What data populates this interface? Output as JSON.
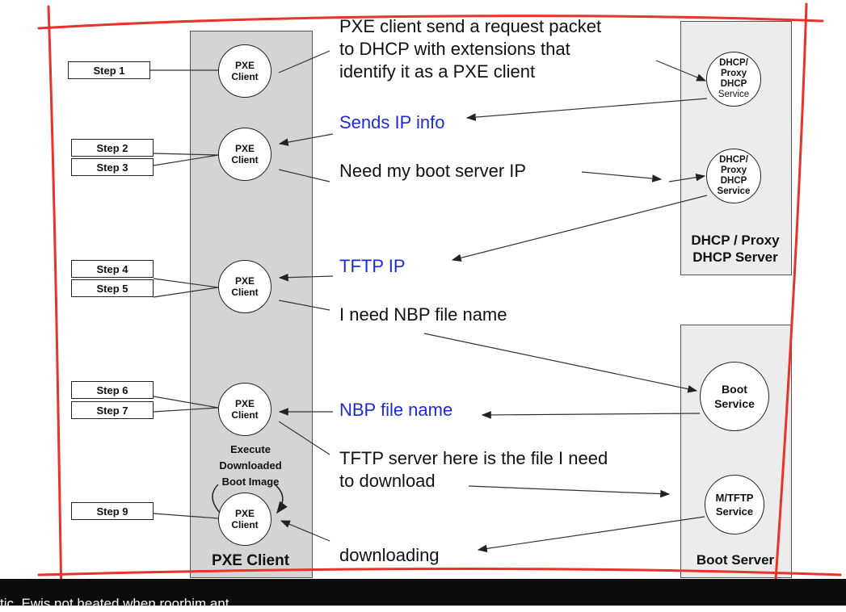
{
  "diagram": {
    "pxe_client_label": "PXE Client",
    "dhcp_server_label": [
      "DHCP / Proxy",
      "DHCP Server"
    ],
    "boot_server_label": "Boot Server",
    "pxe_node": [
      "PXE",
      "Client"
    ],
    "dhcp_service": [
      "DHCP/",
      "Proxy",
      "DHCP",
      "Service"
    ],
    "boot_service": [
      "Boot",
      "Service"
    ],
    "tftp_service": [
      "M/TFTP",
      "Service"
    ],
    "execute_label": [
      "Execute",
      "Downloaded",
      "Boot Image"
    ],
    "steps": [
      "Step 1",
      "Step 2",
      "Step 3",
      "Step 4",
      "Step 5",
      "Step 6",
      "Step 7",
      "Step 9"
    ],
    "messages": {
      "m1": [
        "PXE client send a request packet",
        "to DHCP with extensions that",
        "identify it as a PXE client"
      ],
      "m2": "Sends IP info",
      "m3": "Need my boot server IP",
      "m4": "TFTP IP",
      "m5": "I  need NBP file name",
      "m6": "NBP file name",
      "m7": [
        "TFTP server here is the file I need",
        "to download"
      ],
      "m8": "downloading"
    }
  },
  "caption": "tic. Ewis not heated when roorhim ant",
  "colors": {
    "annotation_red": "#e8322a",
    "reply_blue": "#1e2ad6"
  }
}
